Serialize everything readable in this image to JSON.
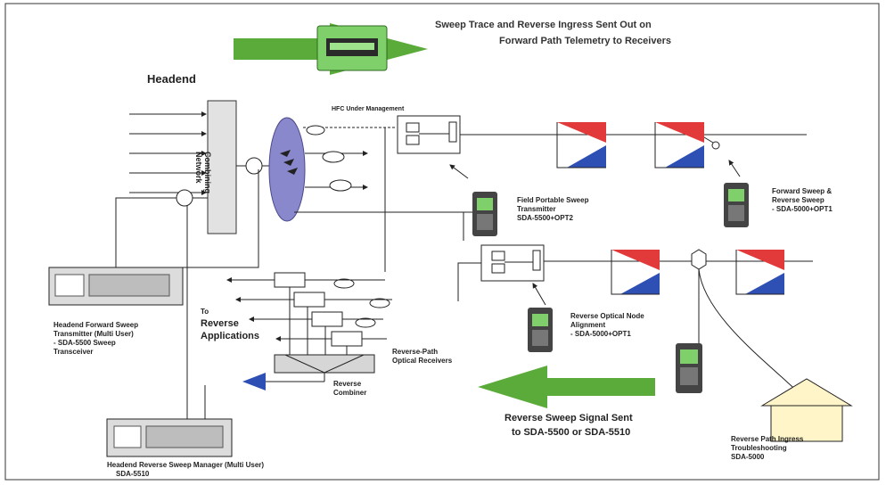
{
  "colors": {
    "arrow_green": "#5bab3a",
    "cloud_purple": "#8a88cc",
    "device_green": "#7fd06b",
    "house_fill": "#fff5c8",
    "amp_red": "#e23a3a",
    "amp_blue": "#2e4fb3"
  },
  "labels": {
    "top_line1": "Sweep Trace and Reverse Ingress Sent Out on",
    "top_line2": "Forward Path Telemetry to Receivers",
    "headend": "Headend",
    "combining_network": "Combining Network",
    "hfc": "HFC Under Management",
    "field_portable_1": "Field Portable Sweep",
    "field_portable_2": "Transmitter",
    "field_portable_3": "SDA-5500+OPT2",
    "forward_sweep_1": "Forward Sweep &",
    "forward_sweep_2": "Reverse Sweep",
    "forward_sweep_3": "- SDA-5000+OPT1",
    "headend_forward_1": "Headend Forward Sweep",
    "headend_forward_2": "Transmitter (Multi User)",
    "headend_forward_3": "- SDA-5500 Sweep",
    "headend_forward_4": "Transceiver",
    "to_label": "To",
    "reverse_applications": "Reverse Applications",
    "reverse_optical_1": "Reverse Optical Node",
    "reverse_optical_2": "Alignment",
    "reverse_optical_3": "- SDA-5000+OPT1",
    "reverse_path_1": "Reverse-Path",
    "reverse_path_2": "Optical Receivers",
    "reverse_combiner_1": "Reverse",
    "reverse_combiner_2": "Combiner",
    "reverse_sweep_1": "Reverse Sweep Signal Sent",
    "reverse_sweep_2": "to SDA-5500 or SDA-5510",
    "reverse_ingress_1": "Reverse Path Ingress",
    "reverse_ingress_2": "Troubleshooting",
    "reverse_ingress_3": "SDA-5000",
    "headend_reverse_1": "Headend Reverse Sweep Manager (Multi User)",
    "headend_reverse_2": "SDA-5510"
  }
}
